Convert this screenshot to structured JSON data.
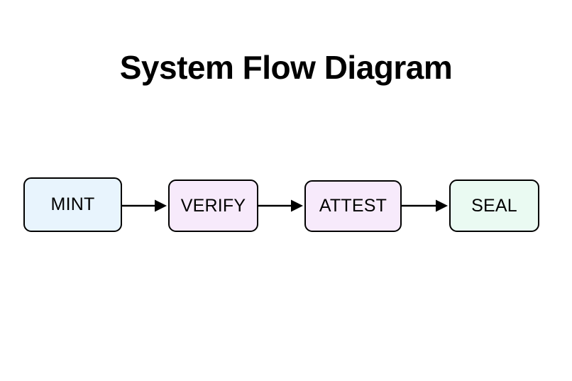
{
  "page": {
    "background_color": "#ffffff",
    "title": "System Flow Diagram"
  },
  "diagram": {
    "type": "flowchart",
    "orientation": "left-to-right",
    "border_color": "#000000",
    "arrow_color": "#000000",
    "nodes": [
      {
        "id": "mint",
        "label": "MINT",
        "fill_color": "#e8f4fd"
      },
      {
        "id": "verify",
        "label": "VERIFY",
        "fill_color": "#f7eafb"
      },
      {
        "id": "attest",
        "label": "ATTEST",
        "fill_color": "#f7eafb"
      },
      {
        "id": "seal",
        "label": "SEAL",
        "fill_color": "#eafaf2"
      }
    ],
    "edges": [
      {
        "id": "mint-verify",
        "from": "MINT",
        "to": "VERIFY",
        "style": "solid-arrow"
      },
      {
        "id": "verify-attest",
        "from": "VERIFY",
        "to": "ATTEST",
        "style": "solid-arrow"
      },
      {
        "id": "attest-seal",
        "from": "ATTEST",
        "to": "SEAL",
        "style": "solid-arrow"
      }
    ]
  }
}
